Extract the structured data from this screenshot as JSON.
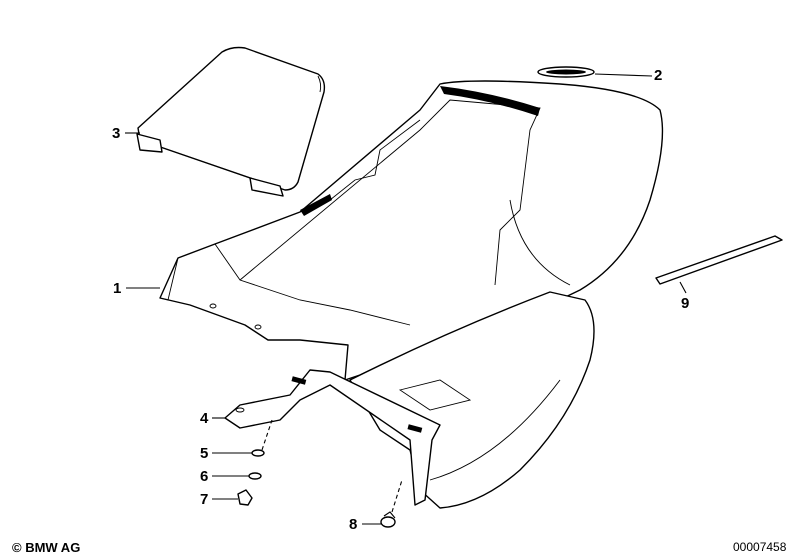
{
  "diagram": {
    "callouts": [
      {
        "id": "1",
        "label": "1"
      },
      {
        "id": "2",
        "label": "2"
      },
      {
        "id": "3",
        "label": "3"
      },
      {
        "id": "4",
        "label": "4"
      },
      {
        "id": "5",
        "label": "5"
      },
      {
        "id": "6",
        "label": "6"
      },
      {
        "id": "7",
        "label": "7"
      },
      {
        "id": "8",
        "label": "8"
      },
      {
        "id": "9",
        "label": "9"
      }
    ]
  },
  "footer": {
    "copyright": "© BMW AG",
    "image_number": "00007458"
  }
}
